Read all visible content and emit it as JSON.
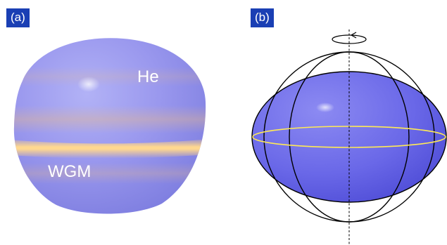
{
  "panels": {
    "a": {
      "tag": "(a)",
      "label_top": "He",
      "label_bottom": "WGM"
    },
    "b": {
      "tag": "(b)"
    }
  },
  "icons": {
    "rotation_arrow": "counterclockwise-rotation-arrow-icon"
  },
  "colors": {
    "tag_background": "#1a3fb4",
    "droplet_base": "#8c8cf0",
    "droplet_warm": "#e8b98a",
    "equator_band": "#ffd080",
    "ellipsoid_fill": "#6a68e8",
    "outline": "#000000",
    "equator_ring": "#ffea55"
  }
}
